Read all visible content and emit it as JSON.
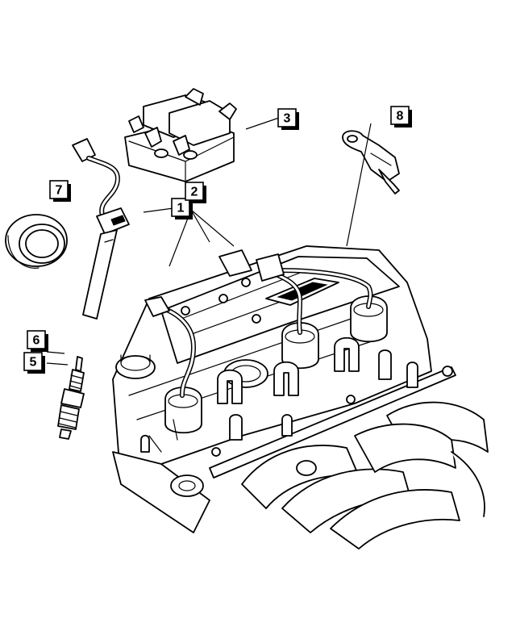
{
  "callouts": [
    {
      "id": "c1",
      "label": "1"
    },
    {
      "id": "c2",
      "label": "2"
    },
    {
      "id": "c3",
      "label": "3"
    },
    {
      "id": "c5",
      "label": "5"
    },
    {
      "id": "c6",
      "label": "6"
    },
    {
      "id": "c7",
      "label": "7"
    },
    {
      "id": "c8",
      "label": "8"
    }
  ],
  "parts": [
    {
      "name": "ignition-coil",
      "callout": "3"
    },
    {
      "name": "spark-plug-cable",
      "callout": "1"
    },
    {
      "name": "cable-boot",
      "callout": "2"
    },
    {
      "name": "spark-plug",
      "callout": "5"
    },
    {
      "name": "spark-plug-gasket",
      "callout": "6"
    },
    {
      "name": "tube-seal",
      "callout": "7"
    },
    {
      "name": "sensor-bracket",
      "callout": "8"
    }
  ],
  "colors": {
    "ink": "#000000",
    "paper": "#ffffff"
  }
}
